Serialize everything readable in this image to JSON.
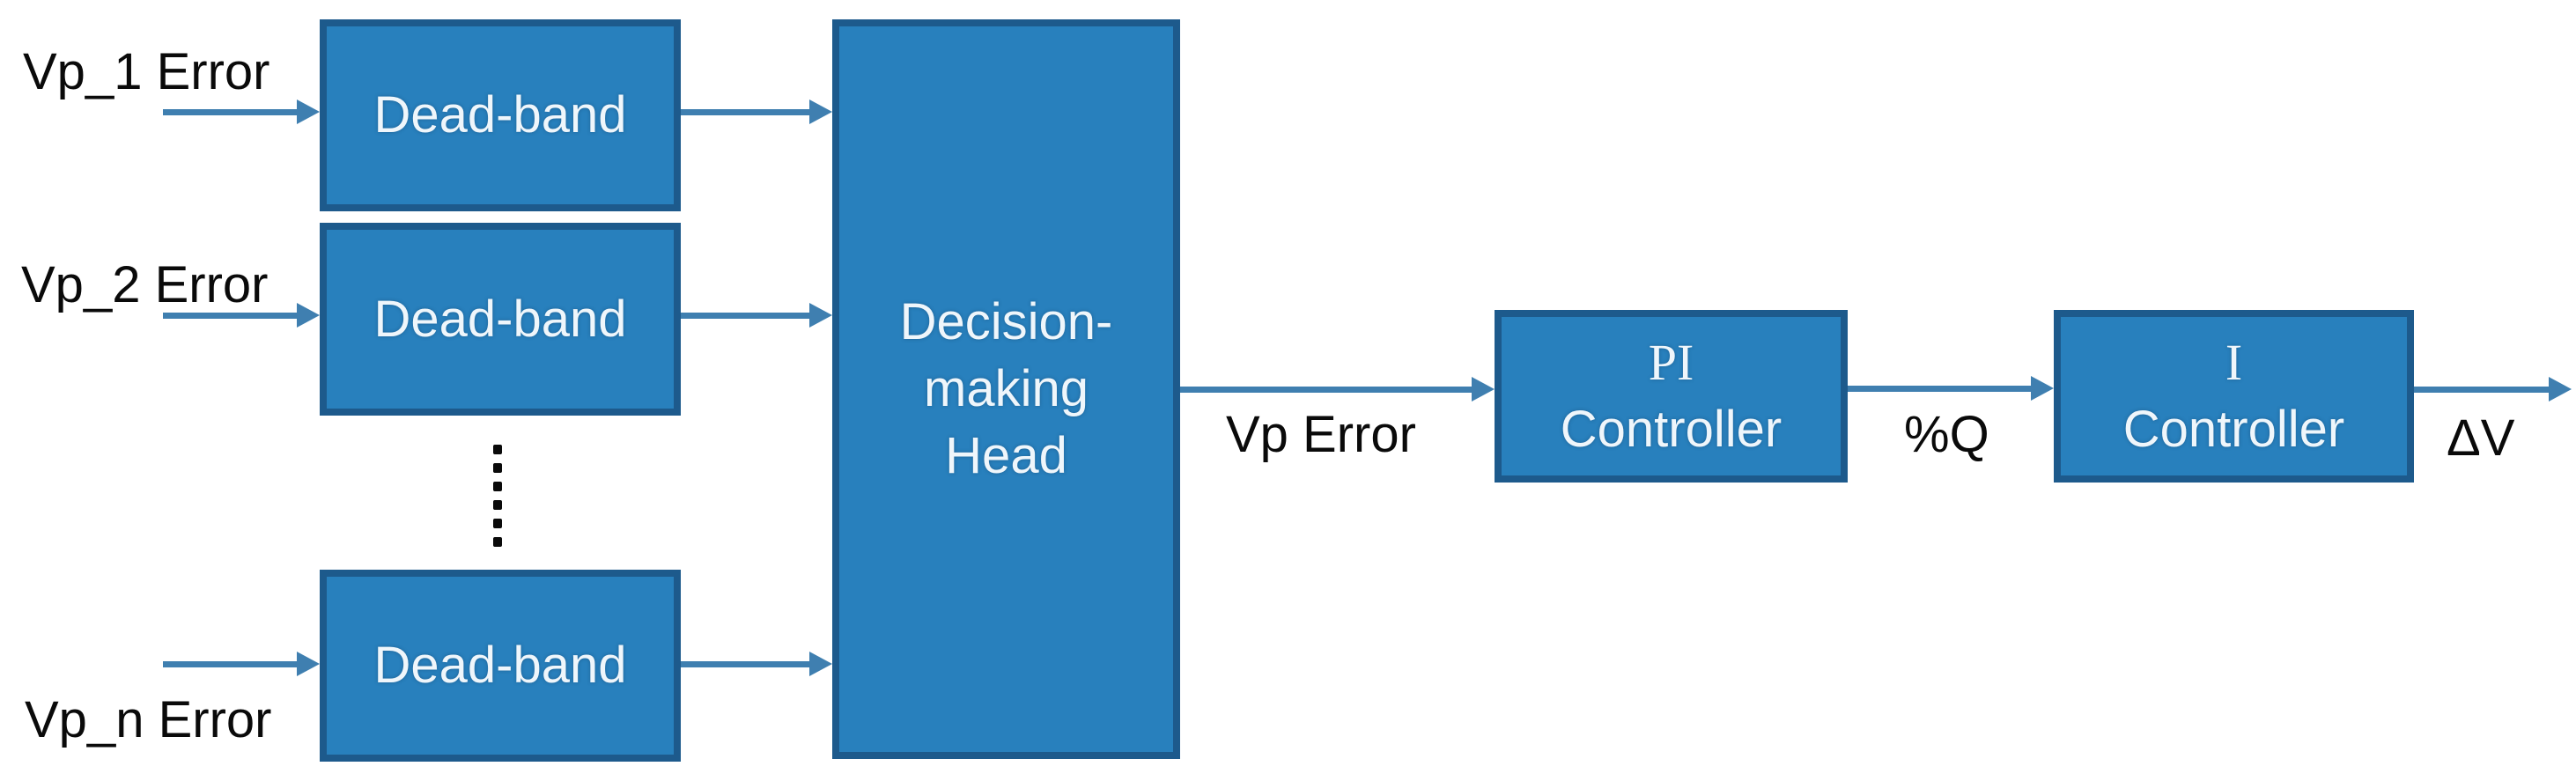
{
  "colors": {
    "bg": "#ffffff",
    "block_fill": "#2880BD",
    "block_border": "#1D5A8C",
    "block_text": "#EFF6FB",
    "arrow": "#3F7FB0",
    "label": "#0a0a0a"
  },
  "blocks": {
    "deadband1": {
      "label": "Dead-band"
    },
    "deadband2": {
      "label": "Dead-band"
    },
    "deadband3": {
      "label": "Dead-band"
    },
    "decision": {
      "lines": [
        "Decision-",
        "making",
        "Head"
      ]
    },
    "pi": {
      "line1": "PI",
      "line2": "Controller"
    },
    "i": {
      "line1": "I",
      "line2": "Controller"
    }
  },
  "labels": {
    "input1": "Vp_1 Error",
    "input2": "Vp_2 Error",
    "input_n": "Vp_n Error",
    "vp_error": "Vp Error",
    "percent_q": "%Q",
    "delta_v": "ΔV"
  }
}
